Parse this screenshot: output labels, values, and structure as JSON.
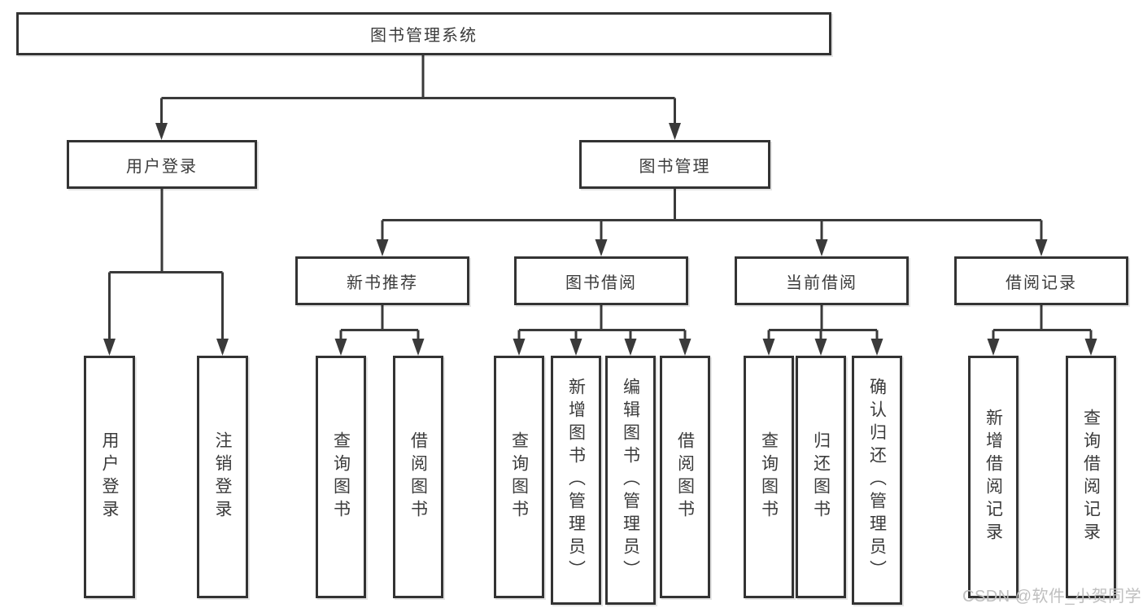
{
  "diagram_type": "hierarchy-tree",
  "colors": {
    "line": "#3a3a3a",
    "box_border": "#333333",
    "text": "#3b3b3b",
    "background": "#ffffff",
    "watermark": "#bfbfbf"
  },
  "watermark": {
    "text": "CSDN @软件_小贺同学"
  },
  "tree": {
    "root": {
      "label": "图书管理系统",
      "children": [
        {
          "label": "用户登录",
          "children": [
            {
              "label": "用户登录"
            },
            {
              "label": "注销登录"
            }
          ]
        },
        {
          "label": "图书管理",
          "children": [
            {
              "label": "新书推荐",
              "children": [
                {
                  "label": "查询图书"
                },
                {
                  "label": "借阅图书"
                }
              ]
            },
            {
              "label": "图书借阅",
              "children": [
                {
                  "label": "查询图书"
                },
                {
                  "label": "新增图书（管理员）"
                },
                {
                  "label": "编辑图书（管理员）"
                },
                {
                  "label": "借阅图书"
                }
              ]
            },
            {
              "label": "当前借阅",
              "children": [
                {
                  "label": "查询图书"
                },
                {
                  "label": "归还图书"
                },
                {
                  "label": "确认归还（管理员）"
                }
              ]
            },
            {
              "label": "借阅记录",
              "children": [
                {
                  "label": "新增借阅记录"
                },
                {
                  "label": "查询借阅记录"
                }
              ]
            }
          ]
        }
      ]
    }
  }
}
